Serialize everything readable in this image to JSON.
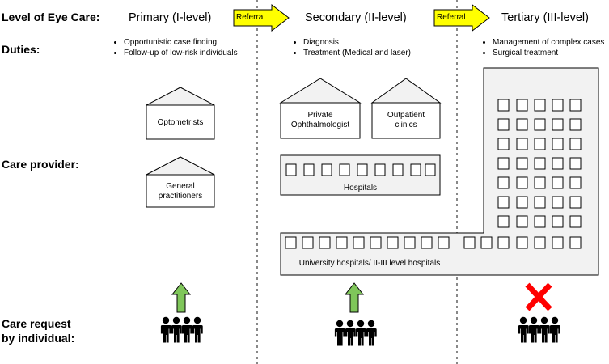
{
  "row_labels": {
    "level": "Level of Eye Care:",
    "duties": "Duties:",
    "provider": "Care provider:",
    "request_line1": "Care request",
    "request_line2": "by individual:"
  },
  "levels": {
    "primary": {
      "name": "Primary (I-level)",
      "duties": [
        "Opportunistic case finding",
        "Follow-up of low-risk individuals"
      ],
      "providers": [
        "Optometrists",
        "General practitioners"
      ]
    },
    "secondary": {
      "name": "Secondary (II-level)",
      "duties": [
        "Diagnosis",
        "Treatment (Medical and laser)"
      ],
      "providers": [
        "Private Ophthalmologist",
        "Outpatient clinics",
        "Hospitals"
      ]
    },
    "tertiary": {
      "name": "Tertiary (III-level)",
      "duties": [
        "Management of complex cases",
        "Surgical treatment"
      ]
    }
  },
  "shared_provider": "University hospitals/ II-III level hospitals",
  "referrals": [
    "Referral",
    "Referral"
  ],
  "colors": {
    "referral_arrow": "#ffff00",
    "up_arrow": "#7fc65a",
    "cross": "#ff0000",
    "building_fill": "#f2f2f2"
  },
  "icons": {
    "people": "people-group-icon",
    "cross": "red-cross-icon",
    "up": "up-arrow-icon"
  }
}
